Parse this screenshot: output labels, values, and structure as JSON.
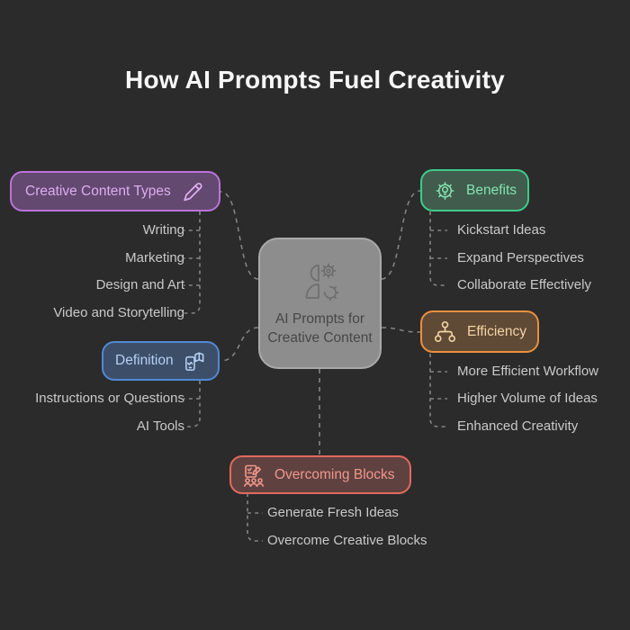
{
  "title": "How AI Prompts Fuel Creativity",
  "colors": {
    "background": "#2b2b2b",
    "title_text": "#f7f7f7",
    "leaf_text": "#c9c9c9",
    "connector": "#838383",
    "center_fill": "#8d8d8d",
    "center_border": "#a9a9a9",
    "center_text": "#474747",
    "center_icon": "#6e6e6e"
  },
  "center": {
    "label": "AI Prompts for Creative Content",
    "icon": "person-gears-icon"
  },
  "branches": [
    {
      "id": "creative-content-types",
      "label": "Creative Content Types",
      "icon": "pencil-icon",
      "accent": "#b974d9",
      "fill": "#63486f",
      "text": "#dcaeef",
      "items": [
        "Writing",
        "Marketing",
        "Design and Art",
        "Video and Storytelling"
      ]
    },
    {
      "id": "benefits",
      "label": "Benefits",
      "icon": "gear-lightbulb-icon",
      "accent": "#3ecb8b",
      "fill": "#415c4c",
      "text": "#82e3b1",
      "items": [
        "Kickstart Ideas",
        "Expand Perspectives",
        "Collaborate Effectively"
      ]
    },
    {
      "id": "efficiency",
      "label": "Efficiency",
      "icon": "hierarchy-nodes-icon",
      "accent": "#e8913e",
      "fill": "#5e4a35",
      "text": "#f3d3a4",
      "items": [
        "More Efficient Workflow",
        "Higher Volume of Ideas",
        "Enhanced Creativity"
      ]
    },
    {
      "id": "definition",
      "label": "Definition",
      "icon": "phone-book-icon",
      "accent": "#5089d7",
      "fill": "#3d4f68",
      "text": "#b5d0f4",
      "items": [
        "Instructions or Questions",
        "AI Tools"
      ]
    },
    {
      "id": "overcoming-blocks",
      "label": "Overcoming Blocks",
      "icon": "team-checklist-icon",
      "accent": "#e26a5d",
      "fill": "#5f4240",
      "text": "#f0968c",
      "items": [
        "Generate Fresh Ideas",
        "Overcome Creative Blocks"
      ]
    }
  ]
}
